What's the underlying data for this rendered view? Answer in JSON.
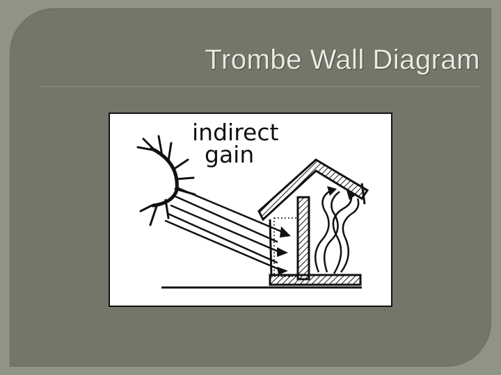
{
  "slide": {
    "title": "Trombe Wall Diagram"
  },
  "diagram": {
    "label_line1": "indirect",
    "label_line2": "gain"
  },
  "colors": {
    "slide_background": "#73776a",
    "outer_background": "#8f9485",
    "title_text": "#e8eadf",
    "ink": "#111111"
  }
}
